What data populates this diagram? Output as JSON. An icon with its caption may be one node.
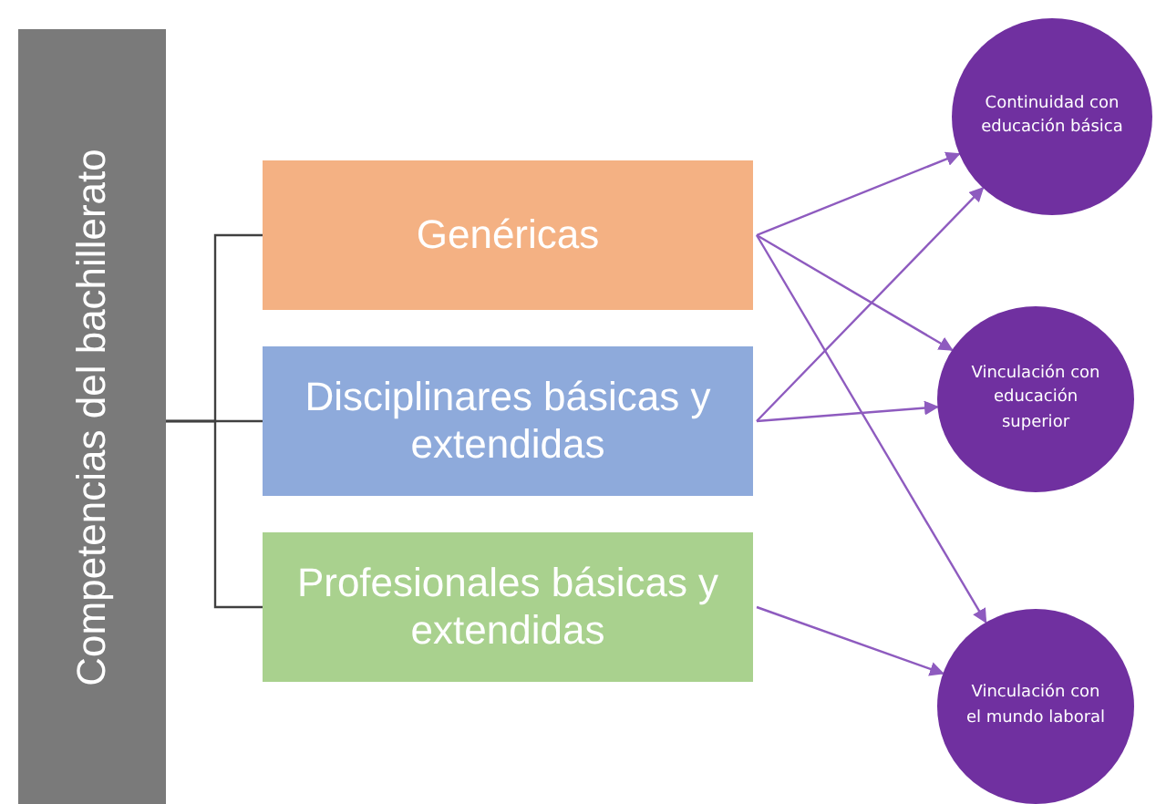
{
  "diagram": {
    "nodes": [
      {
        "text": [
          "Competencias del bachillerato"
        ]
      },
      {
        "text": [
          "Genéricas"
        ]
      },
      {
        "text": [
          "Disciplinares básicas y extendidas"
        ]
      },
      {
        "text": [
          "Profesionales básicas y extendidas"
        ]
      },
      {
        "text": [
          "Continuidad con educación básica"
        ]
      },
      {
        "text": [
          "Vinculación con educación superior"
        ]
      },
      {
        "text": [
          "Vinculación con el mundo laboral"
        ]
      }
    ],
    "edges": [
      {
        "from": 0,
        "to": 1,
        "arrow": "none",
        "color": "#404040"
      },
      {
        "from": 0,
        "to": 2,
        "arrow": "none",
        "color": "#404040"
      },
      {
        "from": 0,
        "to": 3,
        "arrow": "none",
        "color": "#404040"
      },
      {
        "from": 1,
        "to": 4,
        "arrow": "to"
      },
      {
        "from": 1,
        "to": 5,
        "arrow": "to"
      },
      {
        "from": 1,
        "to": 6,
        "arrow": "to"
      },
      {
        "from": 2,
        "to": 4,
        "arrow": "to"
      },
      {
        "from": 2,
        "to": 5,
        "arrow": "to"
      },
      {
        "from": 3,
        "to": 6,
        "arrow": "to"
      }
    ]
  }
}
